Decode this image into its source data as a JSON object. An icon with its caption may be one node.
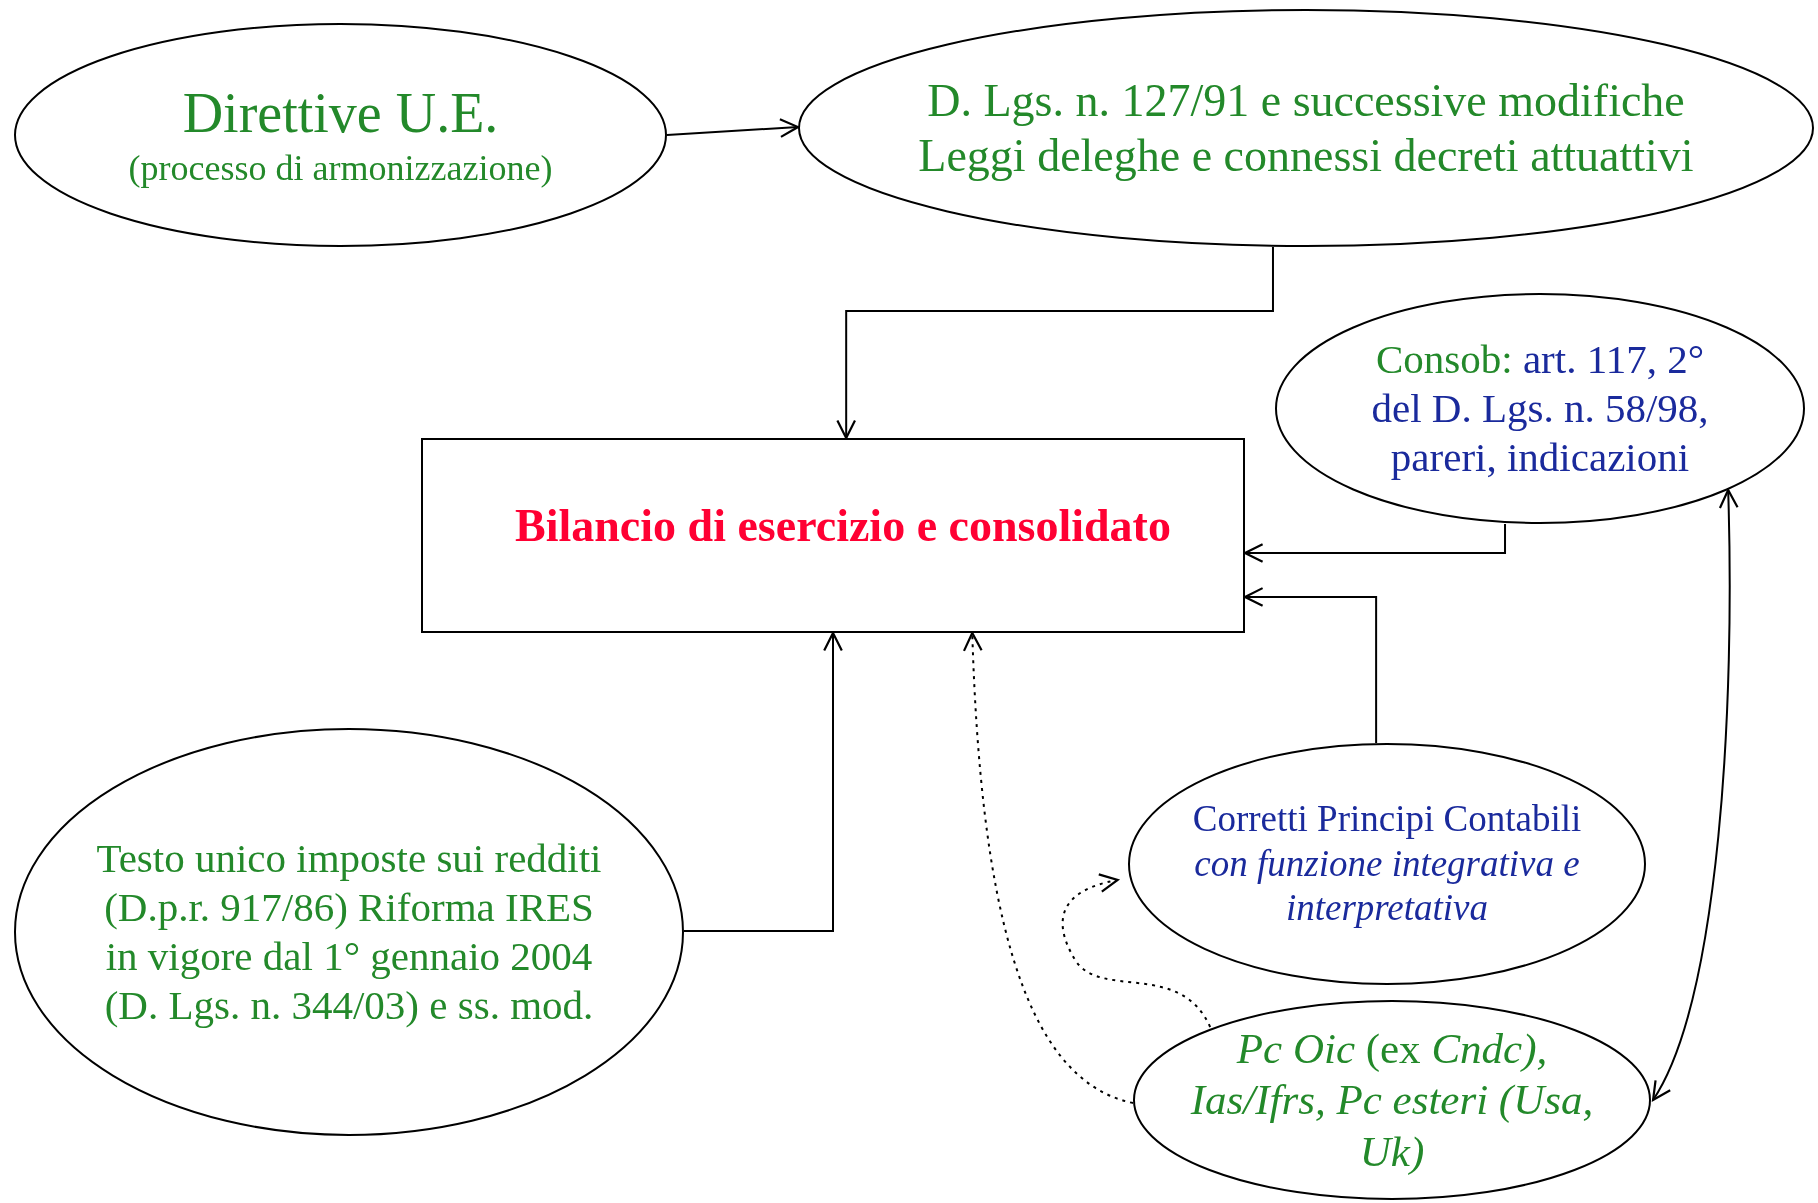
{
  "diagram": {
    "nodes": [
      {
        "text": [
          "Direttive U.E.",
          "(processo di armonizzazione)"
        ]
      },
      {
        "text": [
          "D. Lgs. n. 127/91 e successive modifiche",
          "Leggi deleghe e connessi decreti attuattivi"
        ]
      },
      {
        "text": [
          "Bilancio di esercizio e consolidato"
        ]
      },
      {
        "text": [
          "Consob:",
          "art. 117, 2° del D. Lgs. n. 58/98, pareri, indicazioni"
        ]
      },
      {
        "text": [
          "Corretti Principi Contabili",
          "con funzione integrativa e interpretativa"
        ]
      },
      {
        "text": [
          "Testo unico imposte sui redditi (D.p.r. 917/86) Riforma IRES in vigore dal 1° gennaio 2004 (D. Lgs. n. 344/03) e ss. mod."
        ]
      },
      {
        "text": [
          "*Pc Oic* (ex *Cndc), Ias/Ifrs, Pc esteri (Usa, Uk)*"
        ]
      }
    ],
    "edges": [
      {
        "from": 0,
        "to": 1,
        "arrow": "to"
      },
      {
        "from": 1,
        "to": 2,
        "arrow": "to"
      },
      {
        "from": 3,
        "to": 2,
        "arrow": "to"
      },
      {
        "from": 4,
        "to": 2,
        "arrow": "to"
      },
      {
        "from": 5,
        "to": 2,
        "arrow": "to"
      },
      {
        "from": 6,
        "to": 2,
        "arrow": "to",
        "style": "dashed"
      },
      {
        "from": 6,
        "to": 4,
        "arrow": "to",
        "style": "dashed"
      },
      {
        "from": 3,
        "to": 6,
        "arrow": "both"
      }
    ]
  }
}
